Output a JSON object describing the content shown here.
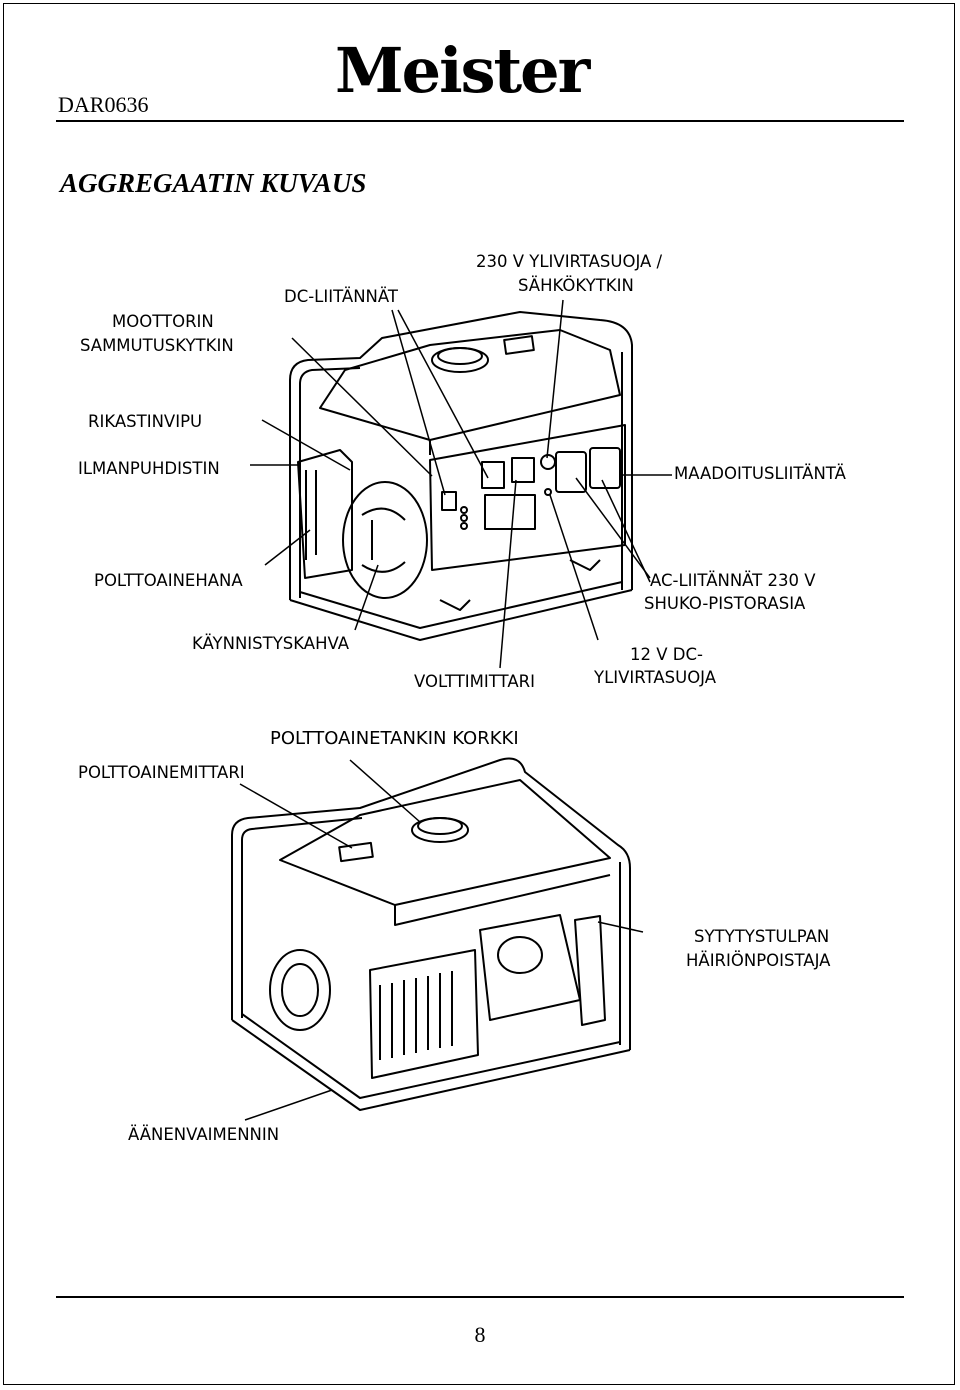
{
  "header": {
    "doc_code": "DAR0636",
    "brand": "Meister"
  },
  "title": "AGGREGAATIN KUVAUS",
  "figure_top": {
    "labels": {
      "overcurrent": [
        "230 V YLIVIRTASUOJA /",
        "SÄHKÖKYTKIN"
      ],
      "dc_outlets": "DC-LIITÄNNÄT",
      "engine_switch": [
        "MOOTTORIN",
        "SAMMUTUSKYTKIN"
      ],
      "choke": "RIKASTINVIPU",
      "air_filter": "ILMANPUHDISTIN",
      "ground": "MAADOITUSLIITÄNTÄ",
      "fuel_valve": "POLTTOAINEHANA",
      "ac_outlets": [
        "AC-LIITÄNNÄT 230 V",
        "SHUKO-PISTORASIA"
      ],
      "starter": "KÄYNNISTYSKAHVA",
      "dc_protector": [
        "12 V DC-",
        "YLIVIRTASUOJA"
      ],
      "voltmeter": "VOLTTIMITTARI"
    }
  },
  "figure_bottom": {
    "labels": {
      "fuel_cap": "POLTTOAINETANKIN KORKKI",
      "fuel_gauge": "POLTTOAINEMITTARI",
      "spark_plug": [
        "SYTYTYSTULPAN",
        "HÄIRIÖNPOISTAJA"
      ],
      "muffler": "ÄÄNENVAIMENNIN"
    }
  },
  "footer": {
    "page_number": "8"
  }
}
